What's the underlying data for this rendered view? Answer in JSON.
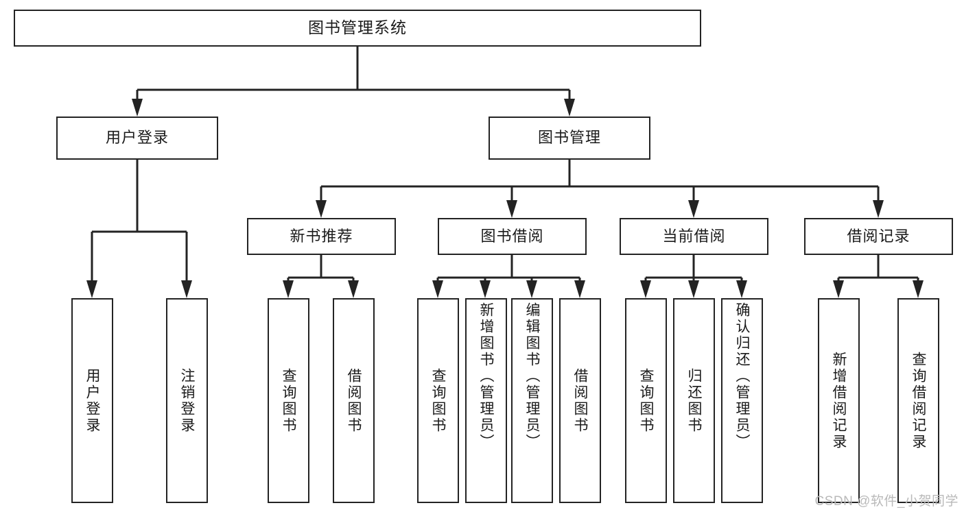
{
  "diagram": {
    "title": "图书管理系统",
    "type": "tree-hierarchy",
    "watermark": "CSDN @软件_小贺同学",
    "colors": {
      "stroke": "#232323",
      "fill": "#ffffff",
      "text": "#1a1a1a",
      "watermark": "#b9b9b9"
    }
  },
  "root": {
    "label": "图书管理系统"
  },
  "level2": [
    {
      "label": "用户登录"
    },
    {
      "label": "图书管理"
    }
  ],
  "level3": [
    {
      "label": "新书推荐"
    },
    {
      "label": "图书借阅"
    },
    {
      "label": "当前借阅"
    },
    {
      "label": "借阅记录"
    }
  ],
  "leaves": {
    "user_login": [
      {
        "label": "用户登录"
      },
      {
        "label": "注销登录"
      }
    ],
    "new_book_recommend": [
      {
        "label": "查询图书"
      },
      {
        "label": "借阅图书"
      }
    ],
    "book_borrow": [
      {
        "label": "查询图书"
      },
      {
        "label": "新增图书（管理员）"
      },
      {
        "label": "编辑图书（管理员）"
      },
      {
        "label": "借阅图书"
      }
    ],
    "current_borrow": [
      {
        "label": "查询图书"
      },
      {
        "label": "归还图书"
      },
      {
        "label": "确认归还（管理员）"
      }
    ],
    "borrow_record": [
      {
        "label": "新增借阅记录"
      },
      {
        "label": "查询借阅记录"
      }
    ]
  }
}
